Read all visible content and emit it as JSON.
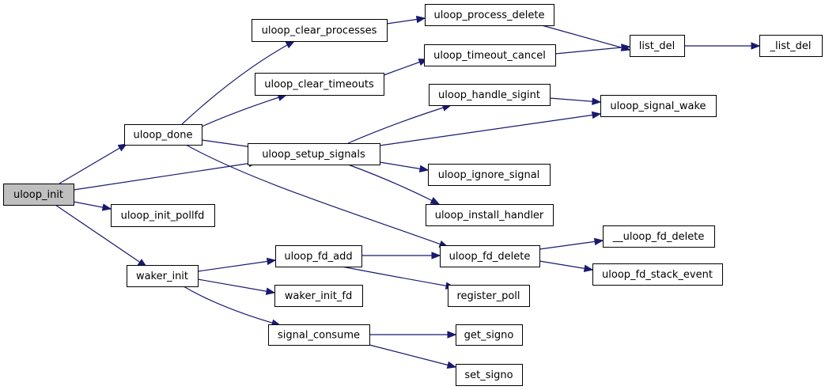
{
  "graph": {
    "nodes": [
      {
        "id": "uloop_init",
        "label": "uloop_init",
        "highlighted": true
      },
      {
        "id": "uloop_done",
        "label": "uloop_done"
      },
      {
        "id": "uloop_init_pollfd",
        "label": "uloop_init_pollfd"
      },
      {
        "id": "waker_init",
        "label": "waker_init"
      },
      {
        "id": "uloop_clear_processes",
        "label": "uloop_clear_processes"
      },
      {
        "id": "uloop_clear_timeouts",
        "label": "uloop_clear_timeouts"
      },
      {
        "id": "uloop_setup_signals",
        "label": "uloop_setup_signals"
      },
      {
        "id": "uloop_fd_add",
        "label": "uloop_fd_add"
      },
      {
        "id": "waker_init_fd",
        "label": "waker_init_fd"
      },
      {
        "id": "signal_consume",
        "label": "signal_consume"
      },
      {
        "id": "uloop_process_delete",
        "label": "uloop_process_delete"
      },
      {
        "id": "uloop_timeout_cancel",
        "label": "uloop_timeout_cancel"
      },
      {
        "id": "uloop_handle_sigint",
        "label": "uloop_handle_sigint"
      },
      {
        "id": "uloop_ignore_signal",
        "label": "uloop_ignore_signal"
      },
      {
        "id": "uloop_install_handler",
        "label": "uloop_install_handler"
      },
      {
        "id": "uloop_fd_delete",
        "label": "uloop_fd_delete"
      },
      {
        "id": "register_poll",
        "label": "register_poll"
      },
      {
        "id": "get_signo",
        "label": "get_signo"
      },
      {
        "id": "set_signo",
        "label": "set_signo"
      },
      {
        "id": "list_del",
        "label": "list_del"
      },
      {
        "id": "uloop_signal_wake",
        "label": "uloop_signal_wake"
      },
      {
        "id": "__uloop_fd_delete",
        "label": "__uloop_fd_delete"
      },
      {
        "id": "uloop_fd_stack_event",
        "label": "uloop_fd_stack_event"
      },
      {
        "id": "_list_del",
        "label": "_list_del"
      }
    ],
    "edges": [
      {
        "from": "uloop_init",
        "to": "uloop_done"
      },
      {
        "from": "uloop_init",
        "to": "uloop_setup_signals"
      },
      {
        "from": "uloop_init",
        "to": "uloop_init_pollfd"
      },
      {
        "from": "uloop_init",
        "to": "waker_init"
      },
      {
        "from": "uloop_done",
        "to": "uloop_clear_processes"
      },
      {
        "from": "uloop_done",
        "to": "uloop_clear_timeouts"
      },
      {
        "from": "uloop_done",
        "to": "uloop_setup_signals"
      },
      {
        "from": "uloop_done",
        "to": "uloop_fd_delete"
      },
      {
        "from": "uloop_clear_processes",
        "to": "uloop_process_delete"
      },
      {
        "from": "uloop_clear_timeouts",
        "to": "uloop_timeout_cancel"
      },
      {
        "from": "uloop_process_delete",
        "to": "list_del"
      },
      {
        "from": "uloop_timeout_cancel",
        "to": "list_del"
      },
      {
        "from": "list_del",
        "to": "_list_del"
      },
      {
        "from": "uloop_setup_signals",
        "to": "uloop_handle_sigint"
      },
      {
        "from": "uloop_setup_signals",
        "to": "uloop_signal_wake"
      },
      {
        "from": "uloop_setup_signals",
        "to": "uloop_ignore_signal"
      },
      {
        "from": "uloop_setup_signals",
        "to": "uloop_install_handler"
      },
      {
        "from": "uloop_handle_sigint",
        "to": "uloop_signal_wake"
      },
      {
        "from": "waker_init",
        "to": "uloop_fd_add"
      },
      {
        "from": "waker_init",
        "to": "waker_init_fd"
      },
      {
        "from": "waker_init",
        "to": "signal_consume"
      },
      {
        "from": "uloop_fd_add",
        "to": "uloop_fd_delete"
      },
      {
        "from": "uloop_fd_add",
        "to": "register_poll"
      },
      {
        "from": "uloop_fd_delete",
        "to": "__uloop_fd_delete"
      },
      {
        "from": "uloop_fd_delete",
        "to": "uloop_fd_stack_event"
      },
      {
        "from": "signal_consume",
        "to": "get_signo"
      },
      {
        "from": "signal_consume",
        "to": "set_signo"
      }
    ]
  },
  "colors": {
    "edge": "#191970",
    "highlighted_node_fill": "#bfbfbf",
    "node_fill": "#ffffff",
    "node_border": "#000000"
  }
}
